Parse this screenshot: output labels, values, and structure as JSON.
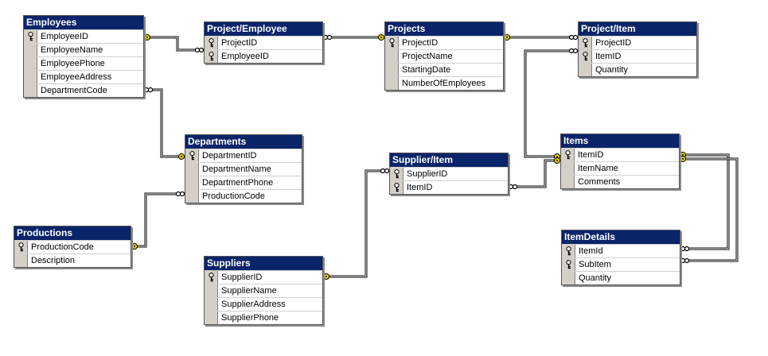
{
  "tables": [
    {
      "id": "employees",
      "title": "Employees",
      "fields": [
        {
          "name": "EmployeeID",
          "key": true
        },
        {
          "name": "EmployeeName",
          "key": false
        },
        {
          "name": "EmployeePhone",
          "key": false
        },
        {
          "name": "EmployeeAddress",
          "key": false
        },
        {
          "name": "DepartmentCode",
          "key": false
        }
      ]
    },
    {
      "id": "project-employee",
      "title": "Project/Employee",
      "fields": [
        {
          "name": "ProjectID",
          "key": true
        },
        {
          "name": "EmployeeID",
          "key": true
        }
      ]
    },
    {
      "id": "projects",
      "title": "Projects",
      "fields": [
        {
          "name": "ProjectID",
          "key": true
        },
        {
          "name": "ProjectName",
          "key": false
        },
        {
          "name": "StartingDate",
          "key": false
        },
        {
          "name": "NumberOfEmployees",
          "key": false
        }
      ]
    },
    {
      "id": "project-item",
      "title": "Project/Item",
      "fields": [
        {
          "name": "ProjectID",
          "key": true
        },
        {
          "name": "ItemID",
          "key": true
        },
        {
          "name": "Quantity",
          "key": false
        }
      ]
    },
    {
      "id": "departments",
      "title": "Departments",
      "fields": [
        {
          "name": "DepartmentID",
          "key": true
        },
        {
          "name": "DepartmentName",
          "key": false
        },
        {
          "name": "DepartmentPhone",
          "key": false
        },
        {
          "name": "ProductionCode",
          "key": false
        }
      ]
    },
    {
      "id": "supplier-item",
      "title": "Supplier/Item",
      "fields": [
        {
          "name": "SupplierID",
          "key": true
        },
        {
          "name": "ItemID",
          "key": true
        }
      ]
    },
    {
      "id": "items",
      "title": "Items",
      "fields": [
        {
          "name": "ItemID",
          "key": true
        },
        {
          "name": "ItemName",
          "key": false
        },
        {
          "name": "Comments",
          "key": false
        }
      ]
    },
    {
      "id": "productions",
      "title": "Productions",
      "fields": [
        {
          "name": "ProductionCode",
          "key": true
        },
        {
          "name": "Description",
          "key": false
        }
      ]
    },
    {
      "id": "suppliers",
      "title": "Suppliers",
      "fields": [
        {
          "name": "SupplierID",
          "key": true
        },
        {
          "name": "SupplierName",
          "key": false
        },
        {
          "name": "SupplierAddress",
          "key": false
        },
        {
          "name": "SupplierPhone",
          "key": false
        }
      ]
    },
    {
      "id": "itemdetails",
      "title": "ItemDetails",
      "fields": [
        {
          "name": "ItemId",
          "key": true
        },
        {
          "name": "SubItem",
          "key": true
        },
        {
          "name": "Quantity",
          "key": false
        }
      ]
    }
  ],
  "relationships": [
    {
      "from": "employees.EmployeeID",
      "to": "project-employee.EmployeeID",
      "from_end": "key",
      "to_end": "infinity"
    },
    {
      "from": "projects.ProjectID",
      "to": "project-employee.ProjectID",
      "from_end": "key",
      "to_end": "infinity"
    },
    {
      "from": "projects.ProjectID",
      "to": "project-item.ProjectID",
      "from_end": "key",
      "to_end": "infinity"
    },
    {
      "from": "departments.DepartmentID",
      "to": "employees.DepartmentCode",
      "from_end": "key",
      "to_end": "infinity"
    },
    {
      "from": "items.ItemID",
      "to": "project-item.ItemID",
      "from_end": "key",
      "to_end": "infinity"
    },
    {
      "from": "items.ItemID",
      "to": "supplier-item.ItemID",
      "from_end": "key",
      "to_end": "infinity"
    },
    {
      "from": "suppliers.SupplierID",
      "to": "supplier-item.SupplierID",
      "from_end": "key",
      "to_end": "infinity"
    },
    {
      "from": "productions.ProductionCode",
      "to": "departments.ProductionCode",
      "from_end": "key",
      "to_end": "infinity"
    },
    {
      "from": "items.ItemID",
      "to": "itemdetails.ItemId",
      "from_end": "key",
      "to_end": "infinity"
    },
    {
      "from": "items.ItemID",
      "to": "itemdetails.SubItem",
      "from_end": "key",
      "to_end": "infinity"
    }
  ],
  "colors": {
    "title_bar": "#0a246a",
    "title_text": "#ffffff",
    "selector": "#d4d0c8",
    "key_icon": "#e8d800",
    "line": "#000000"
  },
  "icons": {
    "primary_key": "key-icon",
    "one_end": "key-icon",
    "many_end": "infinity-icon"
  }
}
